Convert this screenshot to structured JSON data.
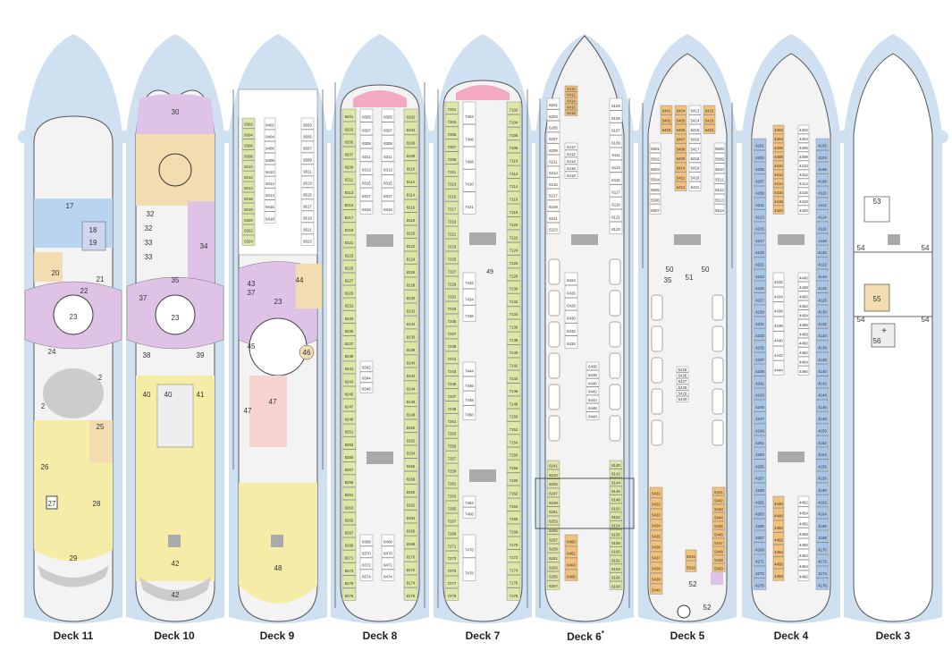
{
  "colors": {
    "halo": "#cfe0f0",
    "hull": "#f3f3f3",
    "hull_stroke": "#555555",
    "cabin_fill": "#ffffff",
    "cabin_green": "#dde8a8",
    "cabin_orange": "#f2c27a",
    "cabin_blue": "#a9c6e8",
    "cabin_pink": "#f3a9c4",
    "area_purple": "#dfc3e6",
    "area_yellow": "#f5eca8",
    "area_tan": "#f3ddb0",
    "area_blue": "#b8d4ee",
    "area_pink": "#f7d3cf",
    "area_gray": "#bfbfbf"
  },
  "decks": [
    {
      "key": "deck11",
      "label": "Deck 11",
      "sup": "",
      "areas": [
        "17",
        "18",
        "19",
        "20",
        "21",
        "22",
        "23",
        "24",
        "2",
        "2",
        "25",
        "26",
        "27",
        "28",
        "29"
      ]
    },
    {
      "key": "deck10",
      "label": "Deck 10",
      "sup": "",
      "areas": [
        "30",
        "32",
        "32",
        "33",
        "33",
        "34",
        "35",
        "37",
        "23",
        "38",
        "39",
        "40",
        "40",
        "41",
        "42",
        "42"
      ]
    },
    {
      "key": "deck9",
      "label": "Deck 9",
      "sup": "",
      "areas": [
        "43",
        "37",
        "44",
        "23",
        "45",
        "46",
        "47",
        "47",
        "48"
      ]
    },
    {
      "key": "deck8",
      "label": "Deck 8",
      "sup": "",
      "areas": []
    },
    {
      "key": "deck7",
      "label": "Deck 7",
      "sup": "",
      "areas": [
        "49"
      ]
    },
    {
      "key": "deck6",
      "label": "Deck 6",
      "sup": "*",
      "areas": []
    },
    {
      "key": "deck5",
      "label": "Deck 5",
      "sup": "",
      "areas": [
        "50",
        "50",
        "51",
        "35",
        "52",
        "52"
      ]
    },
    {
      "key": "deck4",
      "label": "Deck 4",
      "sup": "",
      "areas": []
    },
    {
      "key": "deck3",
      "label": "Deck 3",
      "sup": "",
      "areas": [
        "53",
        "54",
        "54",
        "54",
        "54",
        "55",
        "56"
      ]
    }
  ],
  "cabins": {
    "deck9": [
      "9302",
      "9304",
      "9306",
      "9308",
      "9310",
      "9312",
      "9314",
      "9316",
      "9318",
      "9320",
      "9322",
      "9324",
      "9402",
      "9404",
      "9406",
      "9408",
      "9410",
      "9412",
      "9414",
      "9416",
      "9418",
      "9503",
      "9505",
      "9507",
      "9509",
      "9511",
      "9513",
      "9515",
      "9517",
      "9519",
      "9521",
      "9523"
    ],
    "deck8": [
      "8201",
      "8203",
      "8205",
      "8207",
      "8209",
      "8211",
      "8213",
      "8215",
      "8217",
      "8219",
      "8221",
      "8223",
      "8225",
      "8227",
      "8229",
      "8231",
      "8233",
      "8235",
      "8237",
      "8239",
      "8241",
      "8243",
      "8245",
      "8247",
      "8249",
      "8251",
      "8253",
      "8255",
      "8257",
      "8259",
      "8261",
      "8263",
      "8265",
      "8267",
      "8269",
      "8271",
      "8273",
      "8275",
      "8276",
      "8305",
      "8307",
      "8309",
      "8311",
      "8313",
      "8315",
      "8317",
      "8319",
      "8342",
      "8344",
      "8346",
      "8368",
      "8370",
      "8372",
      "8374",
      "8428",
      "8429",
      "8444",
      "8445",
      "8468",
      "8470",
      "8472",
      "8474",
      "8102",
      "8104",
      "8106",
      "8108",
      "8110",
      "8112",
      "8114",
      "8116",
      "8118",
      "8120",
      "8122",
      "8124",
      "8126",
      "8128",
      "8130",
      "8132",
      "8134",
      "8136",
      "8138",
      "8140",
      "8142",
      "8144",
      "8146",
      "8148",
      "8150",
      "8152",
      "8154",
      "8156",
      "8158",
      "8160",
      "8162",
      "8164",
      "8166",
      "8168",
      "8170",
      "8172",
      "8174",
      "8176"
    ],
    "deck7": [
      "7201",
      "7203",
      "7205",
      "7207",
      "7209",
      "7211",
      "7213",
      "7215",
      "7217",
      "7219",
      "7221",
      "7223",
      "7225",
      "7227",
      "7229",
      "7231",
      "7233",
      "7235",
      "7237",
      "7239",
      "7241",
      "7243",
      "7245",
      "7247",
      "7249",
      "7251",
      "7253",
      "7255",
      "7257",
      "7259",
      "7261",
      "7263",
      "7265",
      "7267",
      "7269",
      "7271",
      "7273",
      "7275",
      "7277",
      "7278",
      "7404",
      "7406",
      "7408",
      "7410",
      "7421",
      "7432",
      "7434",
      "7436",
      "7444",
      "7446",
      "7448",
      "7450",
      "7464",
      "7466",
      "7476",
      "7478",
      "7102",
      "7104",
      "7106",
      "7108",
      "7110",
      "7112",
      "7114",
      "7116",
      "7118",
      "7120",
      "7122",
      "7124",
      "7126",
      "7128",
      "7130",
      "7132",
      "7134",
      "7136",
      "7138",
      "7140",
      "7142",
      "7144",
      "7146",
      "7148",
      "7150",
      "7152",
      "7154",
      "7156",
      "7158",
      "7160",
      "7162",
      "7164",
      "7166",
      "7168",
      "7170",
      "7172",
      "7174",
      "7176",
      "7178"
    ],
    "deck6": [
      "6201",
      "6203",
      "6205",
      "6207",
      "6209",
      "6211",
      "6213",
      "6215",
      "6217",
      "6219",
      "6221",
      "6223",
      "6241",
      "6243",
      "6245",
      "6247",
      "6249",
      "6251",
      "6253",
      "6255",
      "6257",
      "6259",
      "6261",
      "6263",
      "6265",
      "6267",
      "6410",
      "6412",
      "6414",
      "6416",
      "6418",
      "6424",
      "6426",
      "6428",
      "6430",
      "6432",
      "6434",
      "6436",
      "6438",
      "6440",
      "6442",
      "6444",
      "6446",
      "6448",
      "6460",
      "6462",
      "6464",
      "6466",
      "6103",
      "6105",
      "6107",
      "6109",
      "6111",
      "6113",
      "6115",
      "6117",
      "6119",
      "6121",
      "6123",
      "6140",
      "6142",
      "6144",
      "6146",
      "6148",
      "6150",
      "6152",
      "6154",
      "6156",
      "6158",
      "6160",
      "6162",
      "6164",
      "6166",
      "6168"
    ],
    "deck5": [
      "5401",
      "5402",
      "5403",
      "5404",
      "5405",
      "5406",
      "5407",
      "5408",
      "5409",
      "5410",
      "5411",
      "5412",
      "5413",
      "5414",
      "5415",
      "5416",
      "5417",
      "5418",
      "5419",
      "5420",
      "5421",
      "5422",
      "5423",
      "5424",
      "5425",
      "5426",
      "5427",
      "5428",
      "5429",
      "5430",
      "5431",
      "5432",
      "5433",
      "5434",
      "5435",
      "5436",
      "5437",
      "5438",
      "5439",
      "5440",
      "5441",
      "5442",
      "5443",
      "5444",
      "5445",
      "5446",
      "5447",
      "5448",
      "5449",
      "5450",
      "5501",
      "5502",
      "5503",
      "5504",
      "5505",
      "5506",
      "5507",
      "5508",
      "5509",
      "5510",
      "5511",
      "5512",
      "5513",
      "5514",
      "5515",
      "5516",
      "5517",
      "5518",
      "5519",
      "5520"
    ],
    "deck4": [
      "4201",
      "4203",
      "4205",
      "4207",
      "4209",
      "4211",
      "4213",
      "4215",
      "4217",
      "4219",
      "4221",
      "4223",
      "4225",
      "4227",
      "4229",
      "4231",
      "4233",
      "4235",
      "4237",
      "4239",
      "4241",
      "4243",
      "4245",
      "4247",
      "4249",
      "4251",
      "4253",
      "4255",
      "4257",
      "4259",
      "4261",
      "4263",
      "4265",
      "4267",
      "4269",
      "4271",
      "4273",
      "4275",
      "4402",
      "4404",
      "4406",
      "4408",
      "4410",
      "4412",
      "4414",
      "4416",
      "4418",
      "4420",
      "4432",
      "4434",
      "4436",
      "4438",
      "4440",
      "4442",
      "4444",
      "4446",
      "4448",
      "4450",
      "4452",
      "4454",
      "4456",
      "4458",
      "4460",
      "4462",
      "4464",
      "4466",
      "4102",
      "4104",
      "4106",
      "4108",
      "4110",
      "4112",
      "4114",
      "4116",
      "4118",
      "4120",
      "4122",
      "4124",
      "4126",
      "4128",
      "4130",
      "4132",
      "4134",
      "4136",
      "4138",
      "4140",
      "4142",
      "4144",
      "4146",
      "4148",
      "4150",
      "4152",
      "4154",
      "4156",
      "4158",
      "4160",
      "4162",
      "4164",
      "4166",
      "4168",
      "4170",
      "4172",
      "4174",
      "4176"
    ]
  }
}
